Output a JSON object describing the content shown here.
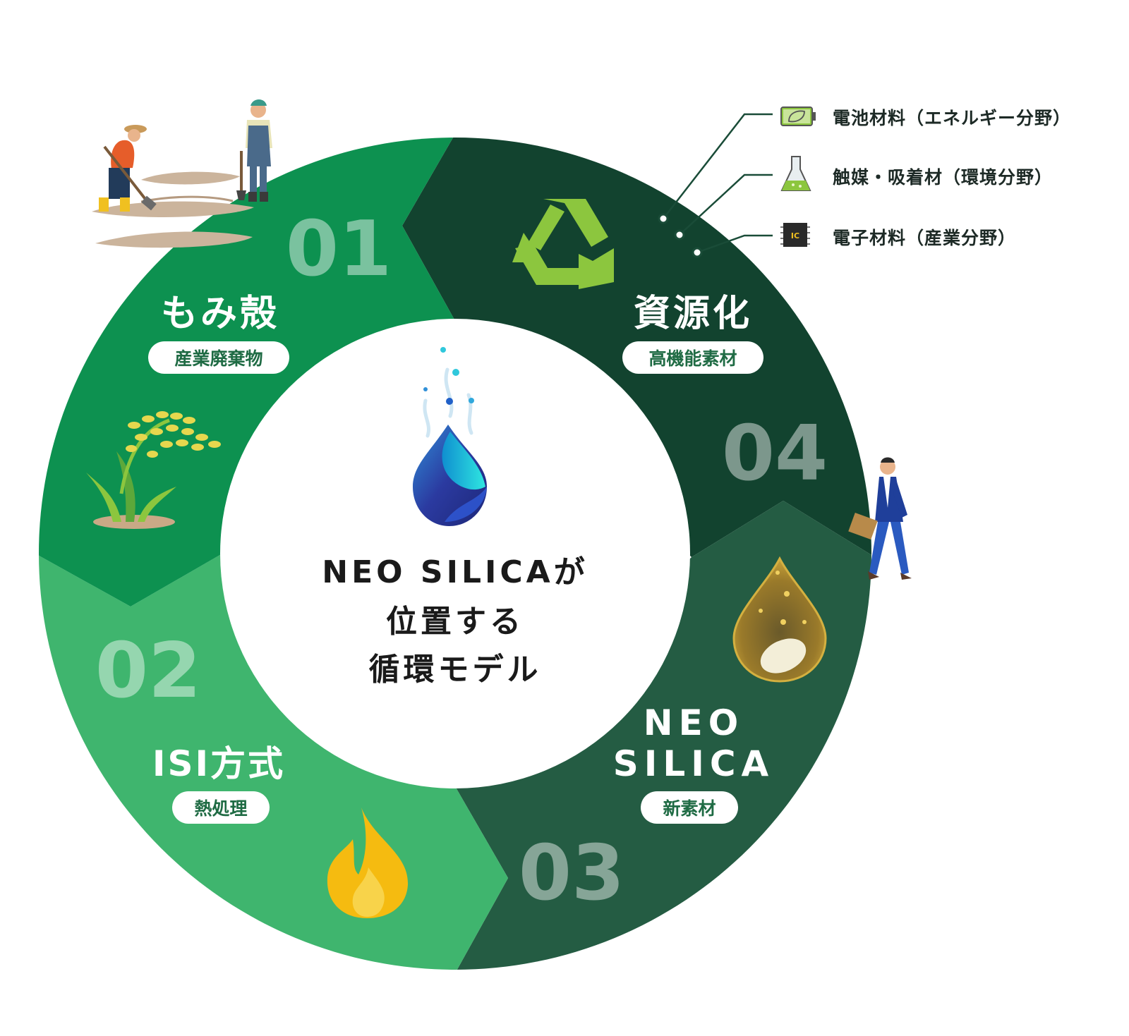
{
  "center": {
    "lines": [
      "NEO SILICAが",
      "位置する",
      "循環モデル"
    ]
  },
  "steps": [
    {
      "number": "01",
      "title": "もみ殻",
      "badge": "産業廃棄物"
    },
    {
      "number": "02",
      "title": "ISI方式",
      "badge": "熱処理"
    },
    {
      "number": "03",
      "title_lines": [
        "NEO",
        "SILICA"
      ],
      "badge": "新素材"
    },
    {
      "number": "04",
      "title": "資源化",
      "badge": "高機能素材"
    }
  ],
  "applications": [
    {
      "label": "電池材料（エネルギー分野）",
      "icon": "battery-leaf-icon"
    },
    {
      "label": "触媒・吸着材（環境分野）",
      "icon": "flask-icon"
    },
    {
      "label": "電子材料（産業分野）",
      "icon": "ic-chip-icon",
      "chip_text": "IC"
    }
  ],
  "colors": {
    "segment_01": "#0d9150",
    "segment_02": "#3fb56e",
    "segment_03": "#245c43",
    "segment_04": "#12432f",
    "badge_text": "#1f6b44",
    "recycle": "#8cc63e",
    "flame": "#f5bb10",
    "drop_blue": "#2b3aa0",
    "drop_cyan": "#22d1d8"
  }
}
